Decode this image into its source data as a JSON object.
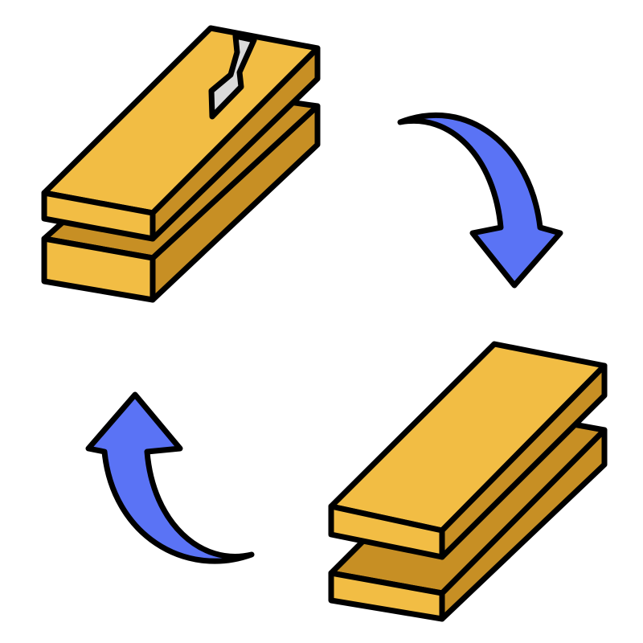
{
  "diagram": {
    "colors": {
      "background": "#ffffff",
      "outline": "#000000",
      "plank_top": "#f2bd44",
      "plank_side": "#c78f24",
      "arrow": "#5a73f5",
      "crack": "#d9d9d9"
    },
    "elements": [
      {
        "id": "damaged-plank-stack",
        "icon": "cracked-planks-icon"
      },
      {
        "id": "clockwise-arrow-right",
        "icon": "curved-arrow-down-icon"
      },
      {
        "id": "repaired-plank-stack",
        "icon": "planks-icon"
      },
      {
        "id": "clockwise-arrow-left",
        "icon": "curved-arrow-up-icon"
      }
    ]
  }
}
